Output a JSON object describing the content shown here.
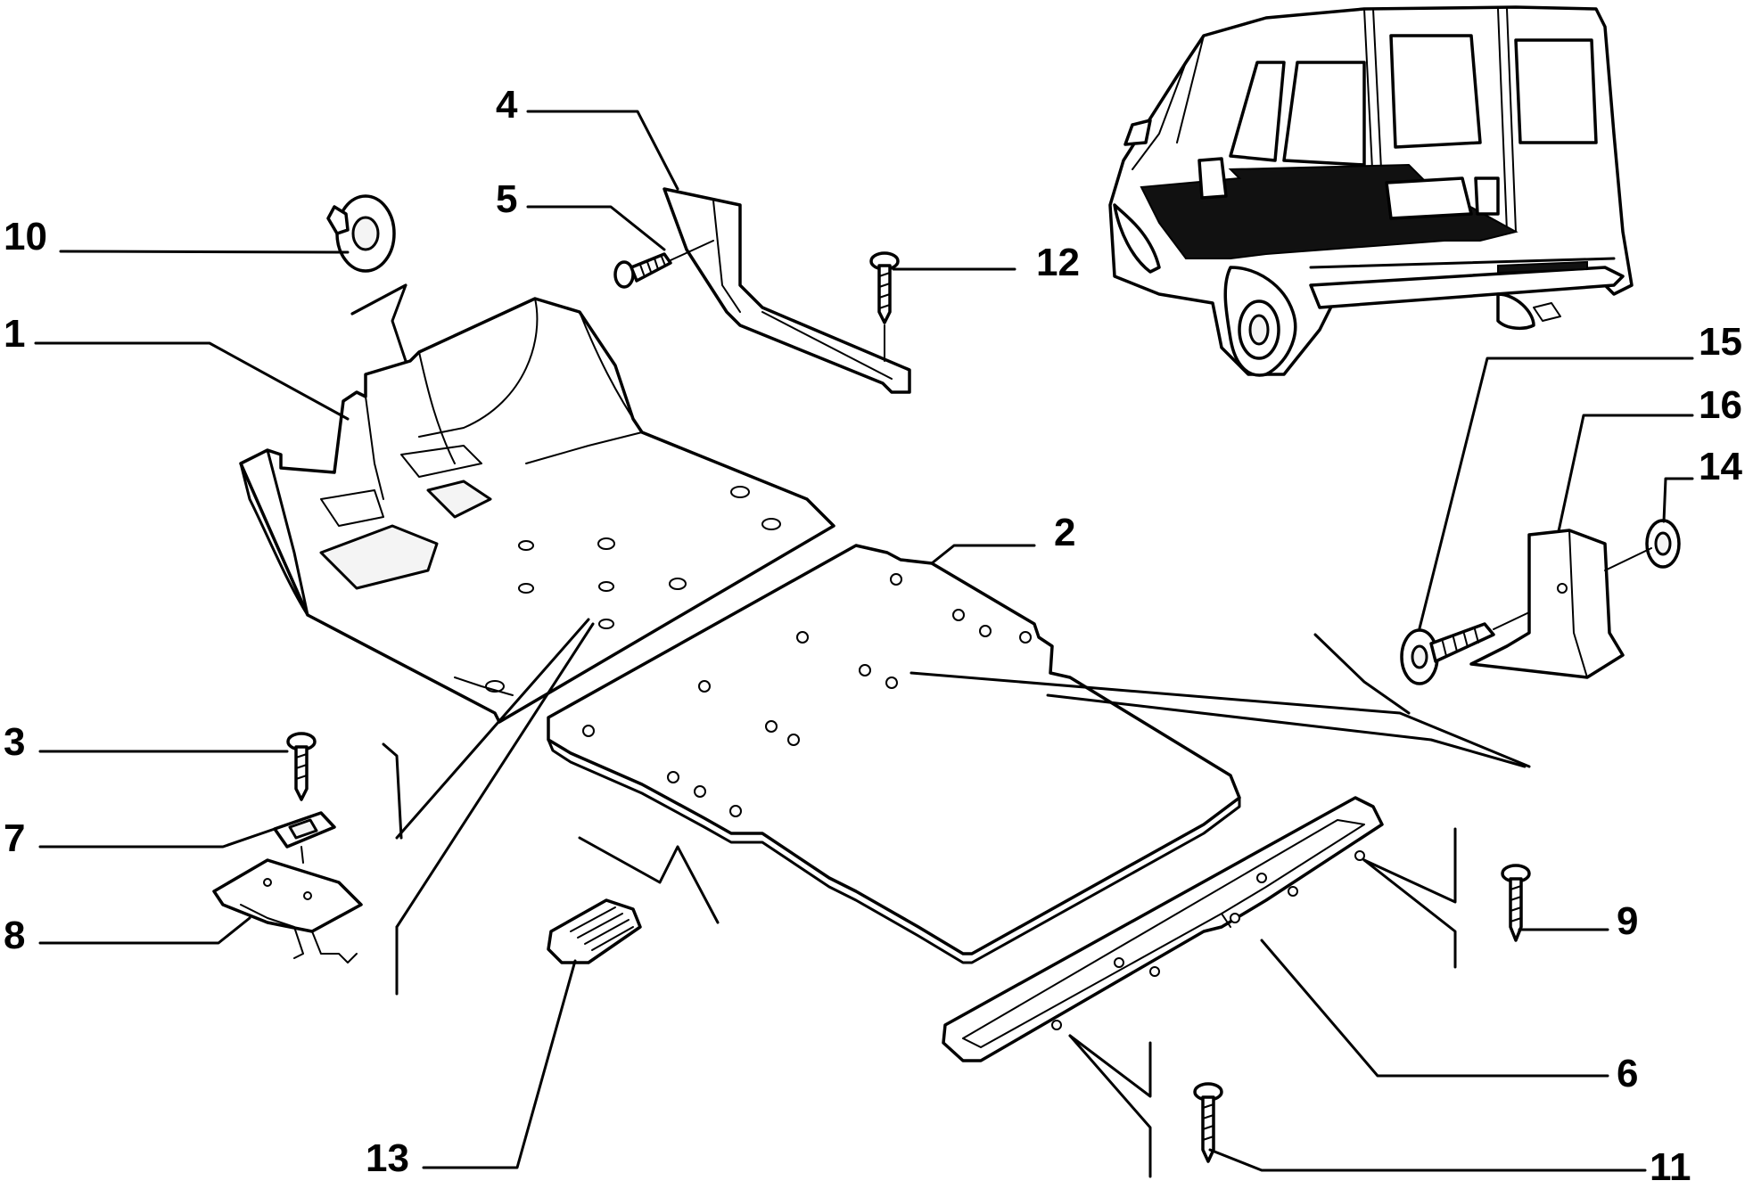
{
  "diagram": {
    "callouts": [
      {
        "id": "10",
        "label": "10"
      },
      {
        "id": "1",
        "label": "1"
      },
      {
        "id": "4",
        "label": "4"
      },
      {
        "id": "5",
        "label": "5"
      },
      {
        "id": "12",
        "label": "12"
      },
      {
        "id": "2",
        "label": "2"
      },
      {
        "id": "3",
        "label": "3"
      },
      {
        "id": "7",
        "label": "7"
      },
      {
        "id": "8",
        "label": "8"
      },
      {
        "id": "13",
        "label": "13"
      },
      {
        "id": "15",
        "label": "15"
      },
      {
        "id": "16",
        "label": "16"
      },
      {
        "id": "14",
        "label": "14"
      },
      {
        "id": "9",
        "label": "9"
      },
      {
        "id": "6",
        "label": "6"
      },
      {
        "id": "11",
        "label": "11"
      }
    ]
  },
  "colors": {
    "ink": "#000000",
    "paper": "#ffffff"
  }
}
